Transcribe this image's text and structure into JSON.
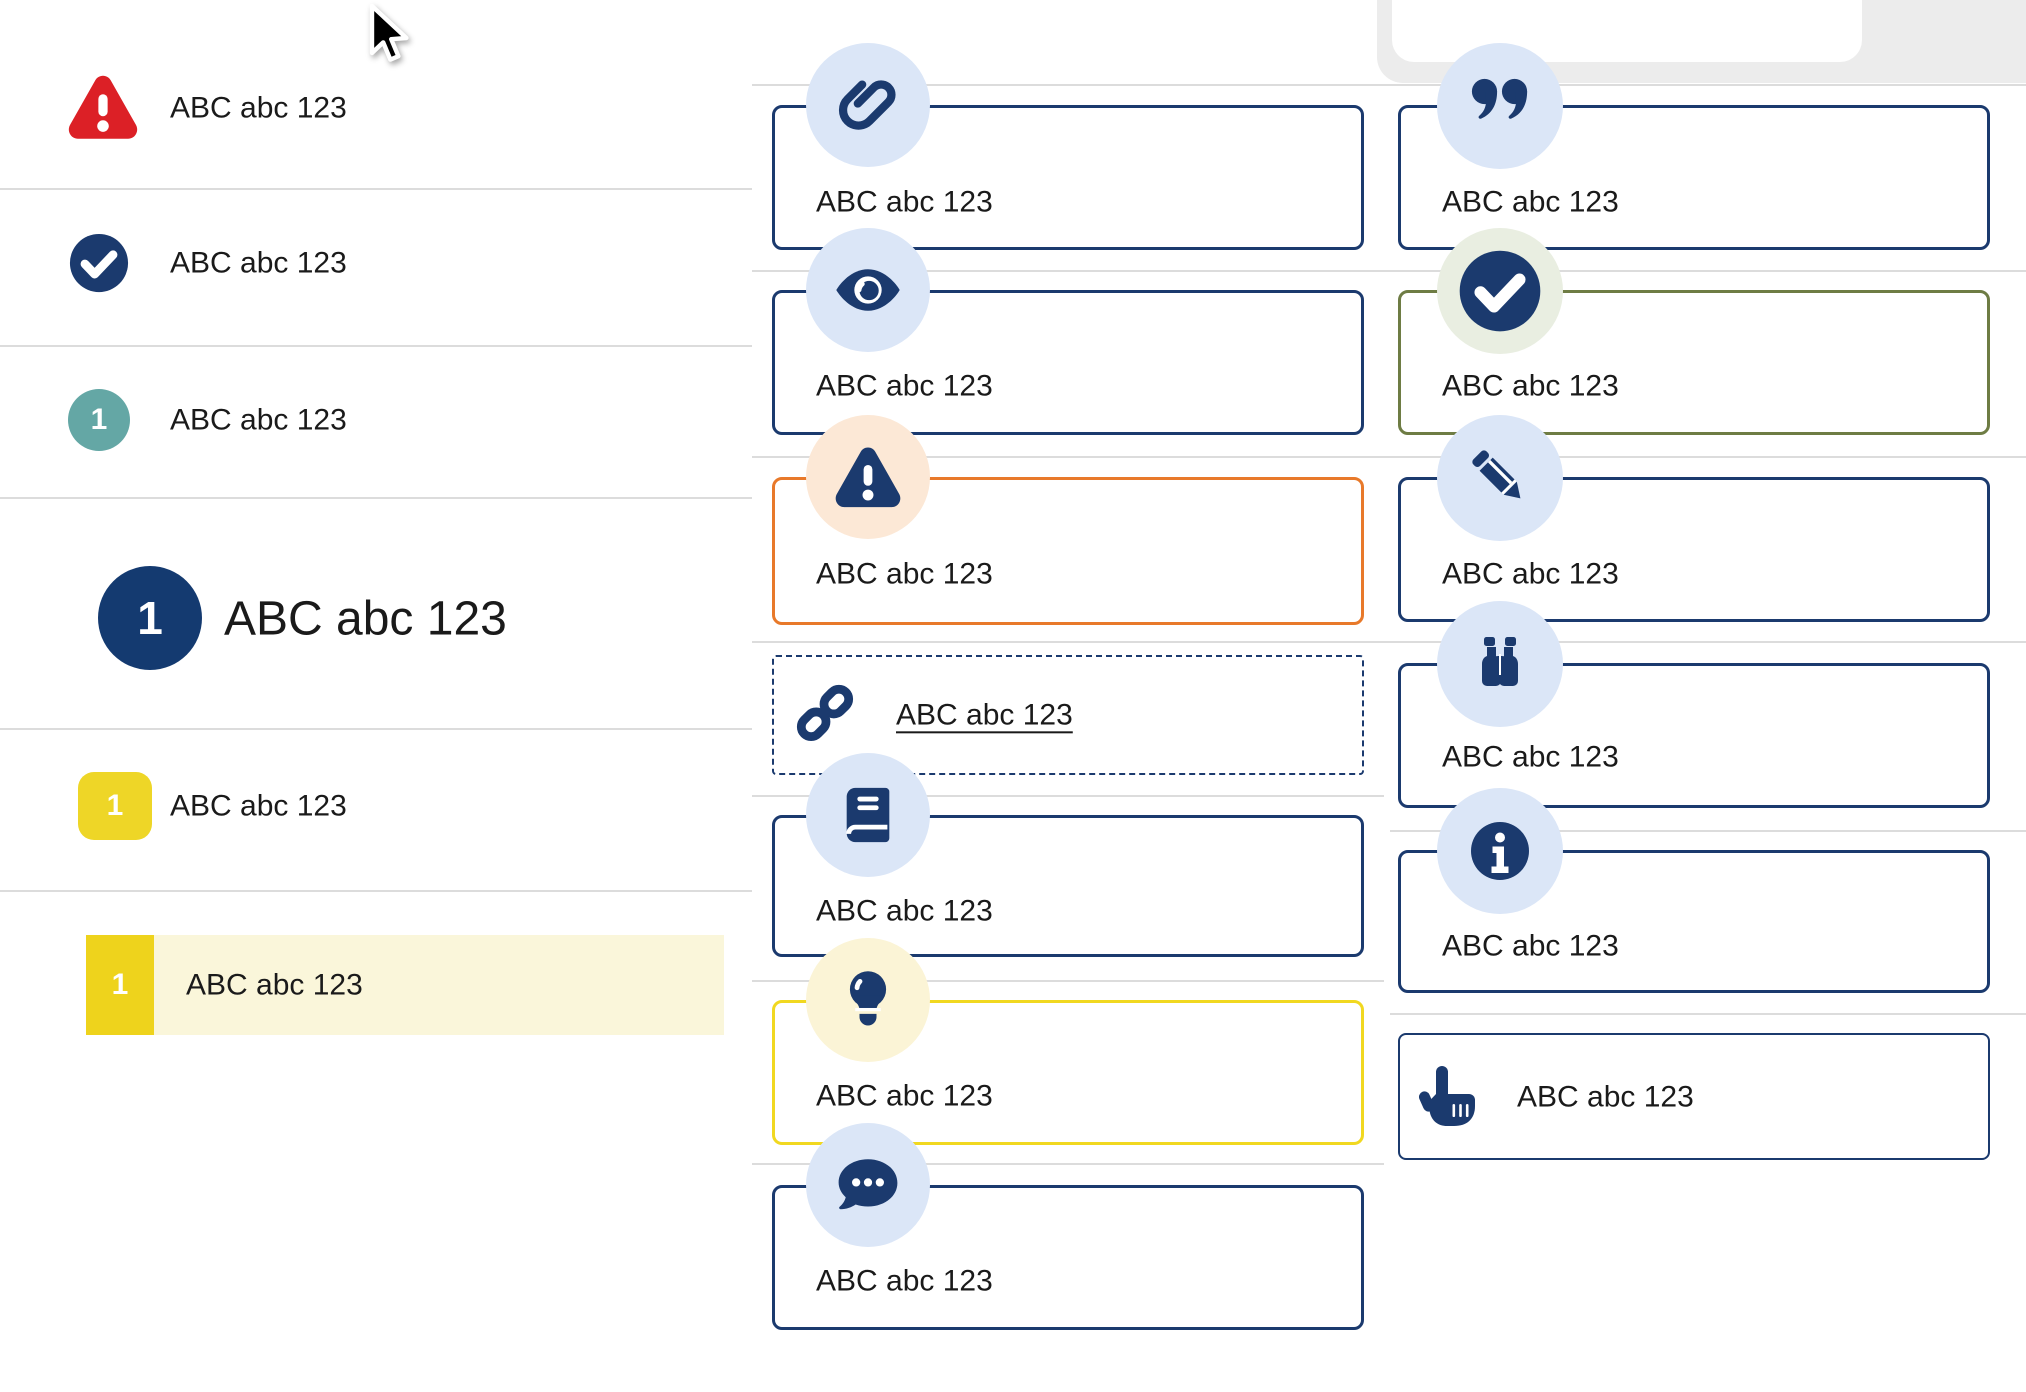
{
  "colors": {
    "navy": "#1b3a6e",
    "red": "#dc2026",
    "teal": "#64a7a5",
    "yellow_square": "#eed627",
    "yellow_border": "#f1d820",
    "pale_yellow_highlight": "#faf6da",
    "orange_border": "#e8792a",
    "olive_border": "#6e7c44",
    "badge_blue": "#dbe6f7",
    "badge_peach": "#fce8d6",
    "badge_cream": "#fbf4d6",
    "badge_sage": "#e9eee1",
    "divider_gray": "#dcdcdc",
    "text": "#1a1a1a"
  },
  "left_list": {
    "items": [
      {
        "icon": "warning-triangle-icon",
        "label": "ABC abc 123"
      },
      {
        "icon": "check-circle-icon",
        "label": "ABC abc 123"
      },
      {
        "icon": "number-badge-teal",
        "number": "1",
        "label": "ABC abc 123"
      },
      {
        "icon": "number-badge-navy-large",
        "number": "1",
        "label": "ABC abc 123"
      },
      {
        "icon": "number-badge-yellow-rounded",
        "number": "1",
        "label": "ABC abc 123"
      },
      {
        "icon": "number-badge-yellow-highlighted",
        "number": "1",
        "label": "ABC abc 123"
      }
    ]
  },
  "middle_callouts": [
    {
      "icon": "paperclip-icon",
      "variant": "navy",
      "label": "ABC abc 123"
    },
    {
      "icon": "eye-icon",
      "variant": "navy",
      "label": "ABC abc 123"
    },
    {
      "icon": "warning-triangle-icon",
      "variant": "orange",
      "label": "ABC abc 123"
    },
    {
      "icon": "link-icon",
      "variant": "dashed-link",
      "label": "ABC abc 123"
    },
    {
      "icon": "book-icon",
      "variant": "navy",
      "label": "ABC abc 123"
    },
    {
      "icon": "lightbulb-icon",
      "variant": "yellow",
      "label": "ABC abc 123"
    },
    {
      "icon": "comment-dots-icon",
      "variant": "navy",
      "label": "ABC abc 123"
    }
  ],
  "right_callouts": [
    {
      "icon": "quote-right-icon",
      "variant": "navy",
      "label": "ABC abc 123"
    },
    {
      "icon": "check-circle-icon",
      "variant": "olive",
      "label": "ABC abc 123"
    },
    {
      "icon": "pencil-icon",
      "variant": "navy",
      "label": "ABC abc 123"
    },
    {
      "icon": "binoculars-icon",
      "variant": "navy",
      "label": "ABC abc 123"
    },
    {
      "icon": "info-circle-icon",
      "variant": "navy",
      "label": "ABC abc 123"
    },
    {
      "icon": "hand-pointer-icon",
      "variant": "navy-inline",
      "label": "ABC abc 123"
    }
  ]
}
